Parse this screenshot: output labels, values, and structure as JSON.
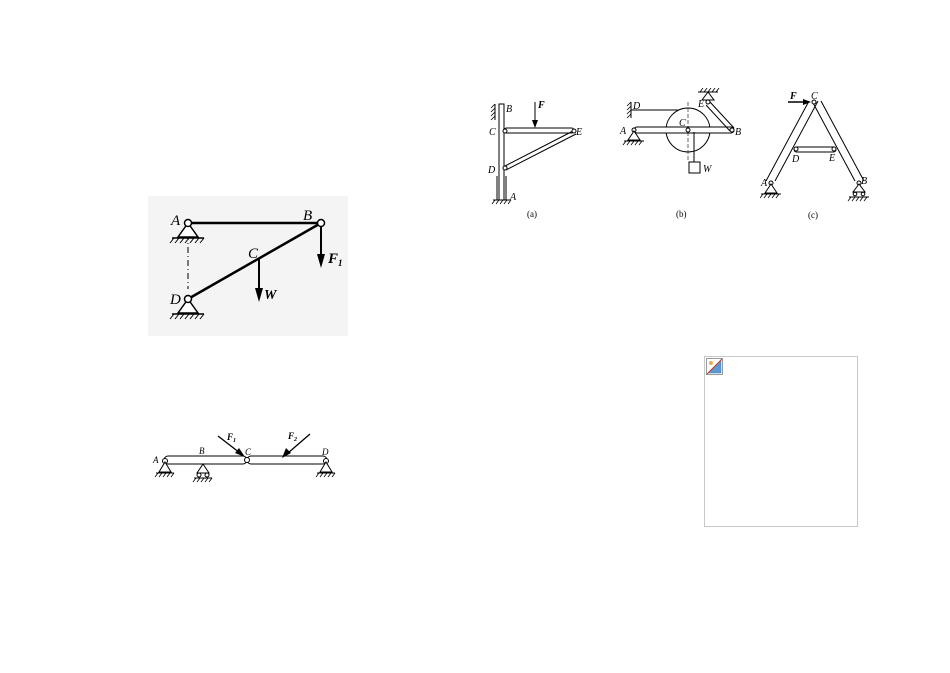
{
  "figure1": {
    "labels": {
      "A": "A",
      "B": "B",
      "C": "C",
      "D": "D",
      "W": "W",
      "F": "F",
      "F_sub": "1"
    }
  },
  "figure2": {
    "labels": {
      "A": "A",
      "B": "B",
      "C": "C",
      "D": "D",
      "F1": "F",
      "F1_sub": "1",
      "F2": "F",
      "F2_sub": "2"
    }
  },
  "figure_a": {
    "caption": "(a)",
    "labels": {
      "A": "A",
      "B": "B",
      "C": "C",
      "D": "D",
      "E": "E",
      "F": "F"
    }
  },
  "figure_b": {
    "caption": "(b)",
    "labels": {
      "A": "A",
      "B": "B",
      "C": "C",
      "D": "D",
      "E": "E",
      "W": "W"
    }
  },
  "figure_c": {
    "caption": "(c)",
    "labels": {
      "A": "A",
      "B": "B",
      "C": "C",
      "D": "D",
      "E": "E",
      "F": "F"
    }
  },
  "broken_image": {
    "icon": "broken-image-icon"
  }
}
